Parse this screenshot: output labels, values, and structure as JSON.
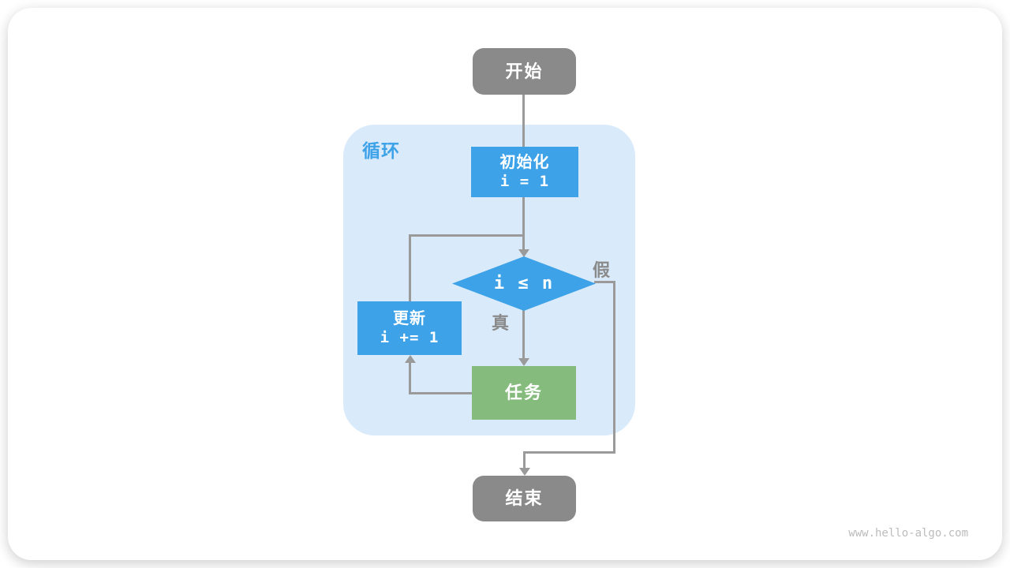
{
  "diagram": {
    "title_hint": "loop flowchart",
    "loop_label": "循环",
    "nodes": {
      "start": {
        "label": "开始"
      },
      "init": {
        "title": "初始化",
        "code": "i = 1"
      },
      "cond": {
        "label": "i ≤ n"
      },
      "update": {
        "title": "更新",
        "code": "i += 1"
      },
      "task": {
        "label": "任务"
      },
      "end": {
        "label": "结束"
      }
    },
    "edge_labels": {
      "true": "真",
      "false": "假"
    },
    "colors": {
      "node_blue": "#3da2e8",
      "node_green": "#85bb7c",
      "node_gray": "#8a8a8a",
      "loop_background": "#d9eafb",
      "loop_label_blue": "#3da2e8",
      "line_gray": "#9a9a9a",
      "edge_label_gray": "#8a8a8a",
      "watermark_gray": "#bcbcbc",
      "card_background": "#ffffff"
    },
    "watermark": "www.hello-algo.com"
  }
}
